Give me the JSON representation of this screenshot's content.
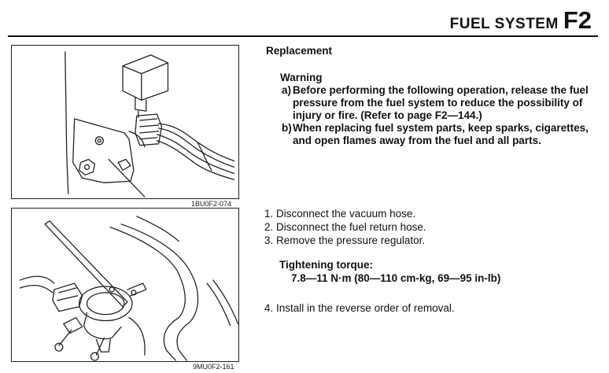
{
  "header": {
    "section": "FUEL SYSTEM",
    "code": "F2"
  },
  "figures": [
    {
      "caption": "1BU0F2-074"
    },
    {
      "caption": "9MU0F2-161"
    }
  ],
  "content": {
    "section_heading": "Replacement",
    "warning": {
      "title": "Warning",
      "items": [
        {
          "marker": "a)",
          "text": "Before performing the following operation, release the fuel pressure from the fuel system to reduce the possibility of injury or fire. (Refer to page F2—144.)"
        },
        {
          "marker": "b)",
          "text": "When replacing fuel system parts, keep sparks, cigarettes, and open flames away from the fuel and all parts."
        }
      ]
    },
    "steps": [
      "1. Disconnect the vacuum hose.",
      "2. Disconnect the fuel return hose.",
      "3. Remove the pressure regulator."
    ],
    "torque": {
      "label": "Tightening torque:",
      "value": "7.8—11 N·m (80—110 cm-kg, 69—95 in-lb)"
    },
    "final_step": "4. Install in the reverse order of removal."
  }
}
